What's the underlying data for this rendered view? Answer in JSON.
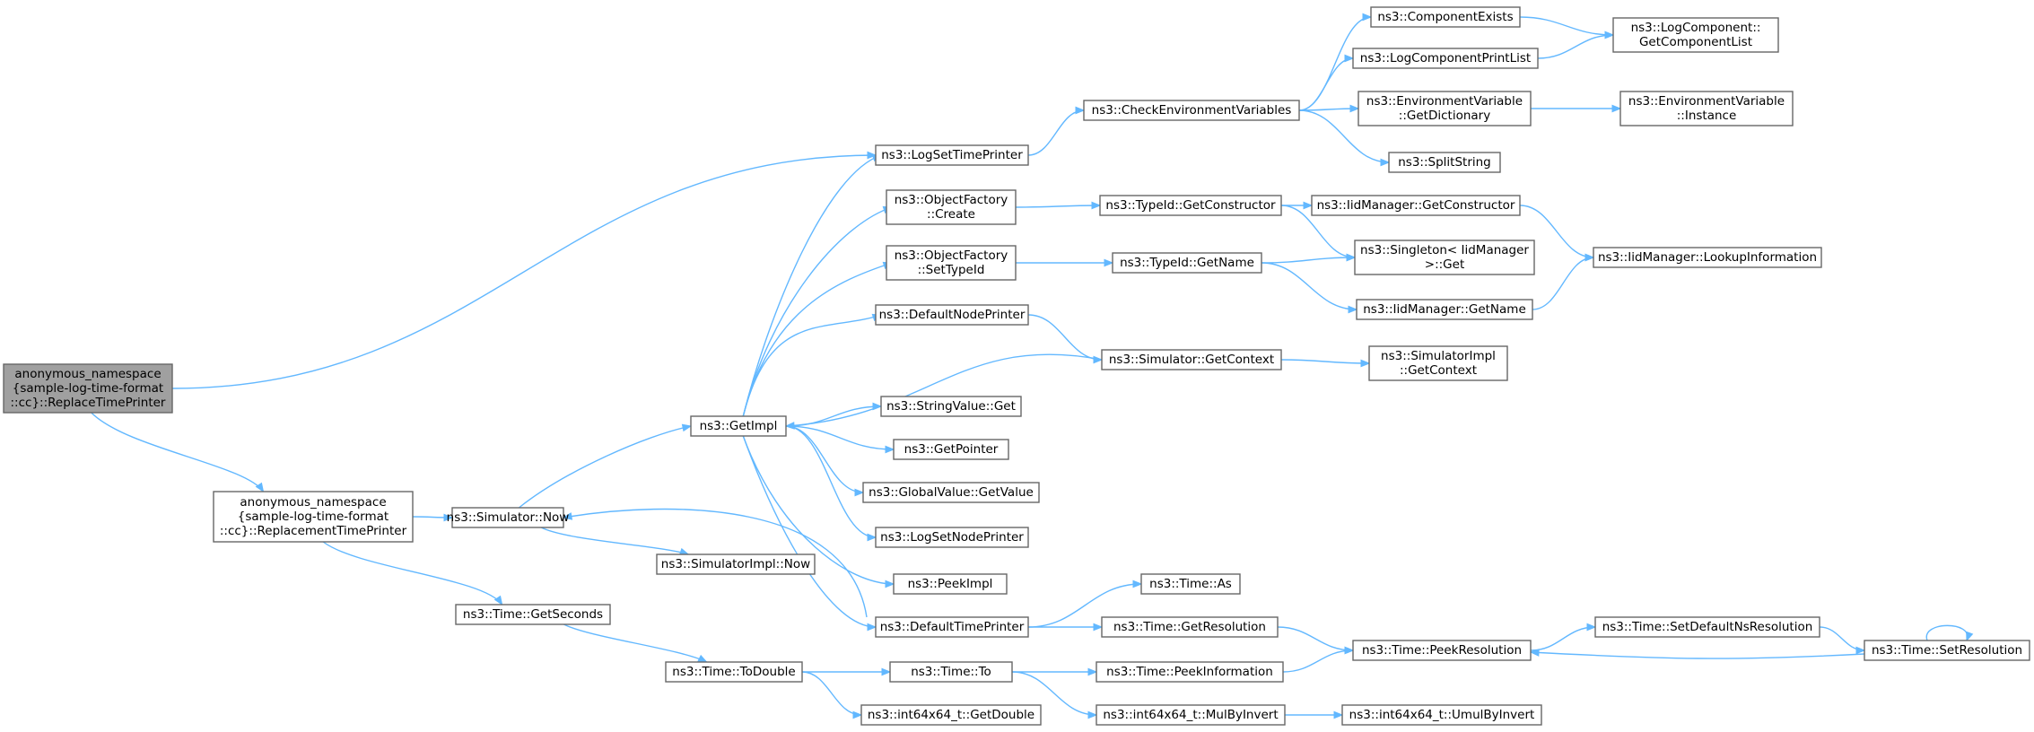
{
  "graph": {
    "type": "call-graph",
    "colors": {
      "root_fill": "#a0a0a0",
      "node_fill": "#ffffff",
      "node_border": "#666666",
      "edge": "#63b8ff"
    },
    "nodes": [
      {
        "id": "replaceTimePrinter",
        "lines": [
          "anonymous_namespace",
          "{sample-log-time-format",
          "::cc}::ReplaceTimePrinter"
        ],
        "root": true
      },
      {
        "id": "replacementTimePrinter",
        "lines": [
          "anonymous_namespace",
          "{sample-log-time-format",
          "::cc}::ReplacementTimePrinter"
        ]
      },
      {
        "id": "logSetTimePrinter",
        "lines": [
          "ns3::LogSetTimePrinter"
        ]
      },
      {
        "id": "simulatorNow",
        "lines": [
          "ns3::Simulator::Now"
        ]
      },
      {
        "id": "timeGetSeconds",
        "lines": [
          "ns3::Time::GetSeconds"
        ]
      },
      {
        "id": "checkEnvVars",
        "lines": [
          "ns3::CheckEnvironmentVariables"
        ]
      },
      {
        "id": "getImpl",
        "lines": [
          "ns3::GetImpl"
        ]
      },
      {
        "id": "simImplNow",
        "lines": [
          "ns3::SimulatorImpl::Now"
        ]
      },
      {
        "id": "defaultTimePrinter",
        "lines": [
          "ns3::DefaultTimePrinter"
        ]
      },
      {
        "id": "timeToDouble",
        "lines": [
          "ns3::Time::ToDouble"
        ]
      },
      {
        "id": "componentExists",
        "lines": [
          "ns3::ComponentExists"
        ]
      },
      {
        "id": "logComponentPrintList",
        "lines": [
          "ns3::LogComponentPrintList"
        ]
      },
      {
        "id": "envVarGetDictionary",
        "lines": [
          "ns3::EnvironmentVariable",
          "::GetDictionary"
        ]
      },
      {
        "id": "splitString",
        "lines": [
          "ns3::SplitString"
        ]
      },
      {
        "id": "objFactoryCreate",
        "lines": [
          "ns3::ObjectFactory",
          "::Create"
        ]
      },
      {
        "id": "objFactorySetTypeId",
        "lines": [
          "ns3::ObjectFactory",
          "::SetTypeId"
        ]
      },
      {
        "id": "defaultNodePrinter",
        "lines": [
          "ns3::DefaultNodePrinter"
        ]
      },
      {
        "id": "stringValueGet",
        "lines": [
          "ns3::StringValue::Get"
        ]
      },
      {
        "id": "getPointer",
        "lines": [
          "ns3::GetPointer"
        ]
      },
      {
        "id": "globalValueGetValue",
        "lines": [
          "ns3::GlobalValue::GetValue"
        ]
      },
      {
        "id": "logSetNodePrinter",
        "lines": [
          "ns3::LogSetNodePrinter"
        ]
      },
      {
        "id": "peekImpl",
        "lines": [
          "ns3::PeekImpl"
        ]
      },
      {
        "id": "timeTo",
        "lines": [
          "ns3::Time::To"
        ]
      },
      {
        "id": "int64GetDouble",
        "lines": [
          "ns3::int64x64_t::GetDouble"
        ]
      },
      {
        "id": "logComponentGetList",
        "lines": [
          "ns3::LogComponent::",
          "GetComponentList"
        ]
      },
      {
        "id": "envVarInstance",
        "lines": [
          "ns3::EnvironmentVariable",
          "::Instance"
        ]
      },
      {
        "id": "typeIdGetConstructor",
        "lines": [
          "ns3::TypeId::GetConstructor"
        ]
      },
      {
        "id": "typeIdGetName",
        "lines": [
          "ns3::TypeId::GetName"
        ]
      },
      {
        "id": "simulatorGetContext",
        "lines": [
          "ns3::Simulator::GetContext"
        ]
      },
      {
        "id": "timeAs",
        "lines": [
          "ns3::Time::As"
        ]
      },
      {
        "id": "timeGetResolution",
        "lines": [
          "ns3::Time::GetResolution"
        ]
      },
      {
        "id": "timePeekInformation",
        "lines": [
          "ns3::Time::PeekInformation"
        ]
      },
      {
        "id": "int64MulByInvert",
        "lines": [
          "ns3::int64x64_t::MulByInvert"
        ]
      },
      {
        "id": "iidGetConstructor",
        "lines": [
          "ns3::IidManager::GetConstructor"
        ]
      },
      {
        "id": "singletonGet",
        "lines": [
          "ns3::Singleton< IidManager",
          ">::Get"
        ]
      },
      {
        "id": "iidGetName",
        "lines": [
          "ns3::IidManager::GetName"
        ]
      },
      {
        "id": "simImplGetContext",
        "lines": [
          "ns3::SimulatorImpl",
          "::GetContext"
        ]
      },
      {
        "id": "timePeekResolution",
        "lines": [
          "ns3::Time::PeekResolution"
        ]
      },
      {
        "id": "int64UmulByInvert",
        "lines": [
          "ns3::int64x64_t::UmulByInvert"
        ]
      },
      {
        "id": "iidLookupInformation",
        "lines": [
          "ns3::IidManager::LookupInformation"
        ]
      },
      {
        "id": "timeSetDefaultNsResolution",
        "lines": [
          "ns3::Time::SetDefaultNsResolution"
        ]
      },
      {
        "id": "timeSetResolution",
        "lines": [
          "ns3::Time::SetResolution"
        ]
      }
    ],
    "edges": [
      [
        "replaceTimePrinter",
        "logSetTimePrinter"
      ],
      [
        "replaceTimePrinter",
        "replacementTimePrinter"
      ],
      [
        "replacementTimePrinter",
        "simulatorNow"
      ],
      [
        "replacementTimePrinter",
        "timeGetSeconds"
      ],
      [
        "logSetTimePrinter",
        "checkEnvVars"
      ],
      [
        "checkEnvVars",
        "componentExists"
      ],
      [
        "checkEnvVars",
        "logComponentPrintList"
      ],
      [
        "checkEnvVars",
        "envVarGetDictionary"
      ],
      [
        "checkEnvVars",
        "splitString"
      ],
      [
        "componentExists",
        "logComponentGetList"
      ],
      [
        "logComponentPrintList",
        "logComponentGetList"
      ],
      [
        "envVarGetDictionary",
        "envVarInstance"
      ],
      [
        "simulatorNow",
        "getImpl"
      ],
      [
        "simulatorNow",
        "simImplNow"
      ],
      [
        "getImpl",
        "logSetTimePrinter"
      ],
      [
        "getImpl",
        "objFactoryCreate"
      ],
      [
        "getImpl",
        "objFactorySetTypeId"
      ],
      [
        "getImpl",
        "defaultNodePrinter"
      ],
      [
        "getImpl",
        "stringValueGet"
      ],
      [
        "getImpl",
        "getPointer"
      ],
      [
        "getImpl",
        "globalValueGetValue"
      ],
      [
        "getImpl",
        "logSetNodePrinter"
      ],
      [
        "getImpl",
        "peekImpl"
      ],
      [
        "getImpl",
        "defaultTimePrinter"
      ],
      [
        "simulatorGetContext",
        "getImpl"
      ],
      [
        "defaultTimePrinter",
        "simulatorNow"
      ],
      [
        "objFactoryCreate",
        "typeIdGetConstructor"
      ],
      [
        "objFactorySetTypeId",
        "typeIdGetName"
      ],
      [
        "typeIdGetConstructor",
        "iidGetConstructor"
      ],
      [
        "typeIdGetConstructor",
        "singletonGet"
      ],
      [
        "typeIdGetName",
        "singletonGet"
      ],
      [
        "typeIdGetName",
        "iidGetName"
      ],
      [
        "iidGetConstructor",
        "iidLookupInformation"
      ],
      [
        "iidGetName",
        "iidLookupInformation"
      ],
      [
        "defaultNodePrinter",
        "simulatorGetContext"
      ],
      [
        "simulatorGetContext",
        "simImplGetContext"
      ],
      [
        "defaultTimePrinter",
        "timeAs"
      ],
      [
        "defaultTimePrinter",
        "timeGetResolution"
      ],
      [
        "timeGetResolution",
        "timePeekResolution"
      ],
      [
        "timeGetSeconds",
        "timeToDouble"
      ],
      [
        "timeToDouble",
        "timeTo"
      ],
      [
        "timeToDouble",
        "int64GetDouble"
      ],
      [
        "timeTo",
        "timePeekInformation"
      ],
      [
        "timeTo",
        "int64MulByInvert"
      ],
      [
        "timePeekInformation",
        "timePeekResolution"
      ],
      [
        "int64MulByInvert",
        "int64UmulByInvert"
      ],
      [
        "timePeekResolution",
        "timeSetDefaultNsResolution"
      ],
      [
        "timeSetDefaultNsResolution",
        "timeSetResolution"
      ],
      [
        "timeSetResolution",
        "timePeekResolution"
      ],
      [
        "timeSetResolution",
        "timeSetResolution"
      ]
    ]
  }
}
